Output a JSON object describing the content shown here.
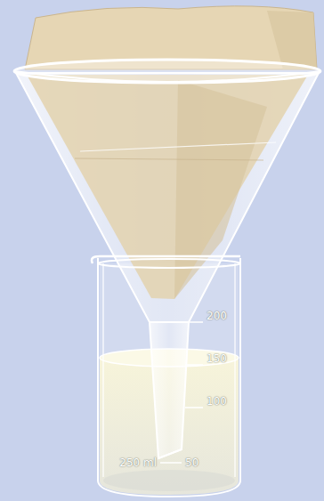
{
  "diagram": {
    "labels": [
      "200",
      "150",
      "100",
      "250 ml",
      "50"
    ]
  }
}
